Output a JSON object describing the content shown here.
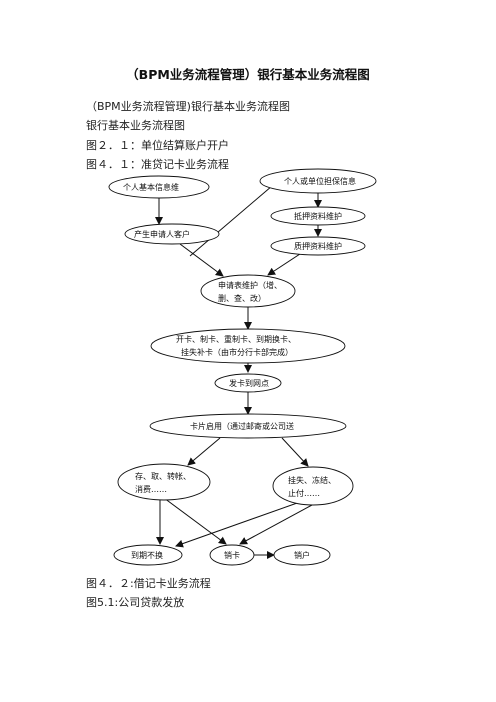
{
  "document": {
    "title": "（BPM业务流程管理）银行基本业务流程图",
    "lines": [
      "（BPM业务流程管理)银行基本业务流程图",
      "银行基本业务流程图",
      "图２．１：单位结算账户开户",
      "图４．１：准贷记卡业务流程",
      "图４．２:借记卡业务流程",
      "图5.1:公司贷款发放"
    ]
  },
  "flowchart": {
    "nodes": {
      "personal_info": "个人基本信息维",
      "applicant": "产生申请人客户",
      "guarantor_info": "个人或单位担保信息",
      "pledge_maint": "抵押资料维护",
      "collateral_maint": "质押资料维护",
      "form_line1": "申请表维护（增、",
      "form_line2": "删、查、改）",
      "issue_line1": "开卡、制卡、重制卡、到期换卡、",
      "issue_line2": "挂失补卡（由市分行卡部完成）",
      "distribute": "发卡到网点",
      "activate": "卡片启用（通过邮寄或公司送",
      "ops_line1": "存、取、转帐、",
      "ops_line2": "消费……",
      "freeze_line1": "挂失、冻结、",
      "freeze_line2": "止付……",
      "expire": "到期不换",
      "cancel": "销卡",
      "close": "销户"
    }
  }
}
